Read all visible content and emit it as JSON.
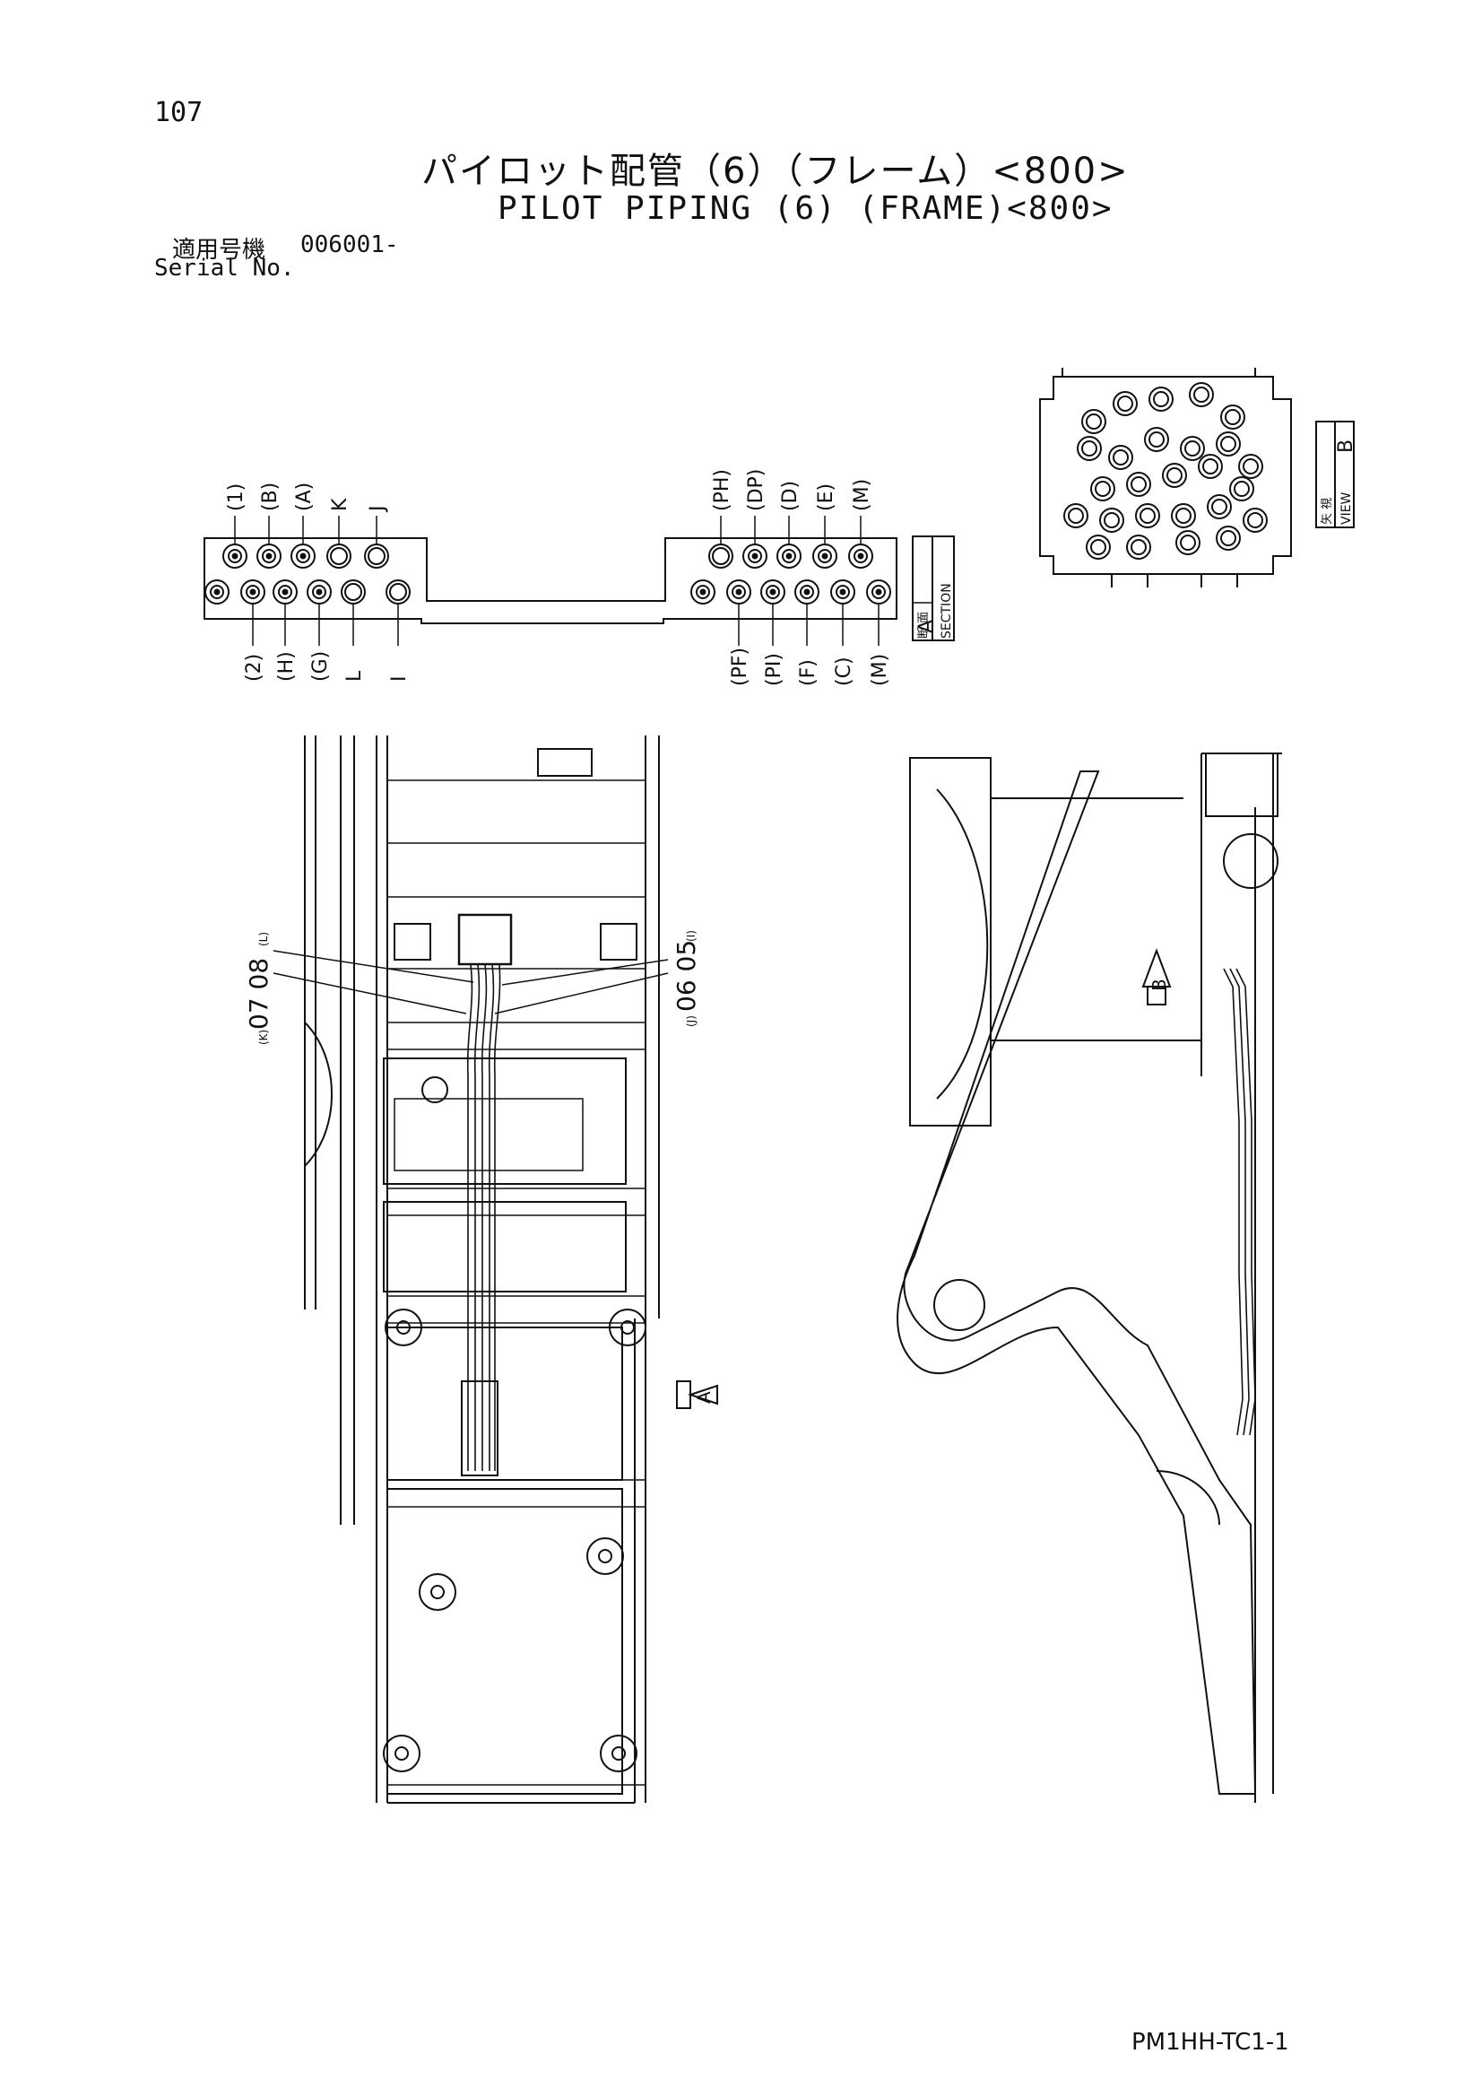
{
  "header": {
    "page_number": "107",
    "title_jp": "パイロット配管（6）（フレーム）<800>",
    "title_en": "PILOT PIPING (6) (FRAME)<800>",
    "serial_label_jp": "適用号機",
    "serial_value": "006001-",
    "serial_label_en": "Serial No."
  },
  "section_a": {
    "left_top_ports": [
      "(1)",
      "(B)",
      "(A)",
      "K",
      "J"
    ],
    "left_bottom_ports": [
      "(2)",
      "(H)",
      "(G)",
      "L",
      "I"
    ],
    "right_top_ports": [
      "(PH)",
      "(DP)",
      "(D)",
      "(E)",
      "(M)"
    ],
    "right_bottom_ports": [
      "(PF)",
      "(PI)",
      "(F)",
      "(C)",
      "(M)"
    ],
    "section_label_jp": "断 面",
    "section_label_en": "SECTION",
    "section_letter": "A"
  },
  "view_b": {
    "label_jp": "矢 視",
    "label_en": "VIEW",
    "letter": "B"
  },
  "main_view": {
    "callout_left": "07 08",
    "callout_left_tag_1": "(K)",
    "callout_left_tag_2": "(L)",
    "callout_right": "06 05",
    "callout_right_tag_1": "(J)",
    "callout_right_tag_2": "(I)",
    "arrow_letter": "A"
  },
  "side_view": {
    "arrow_letter": "B"
  },
  "footer": {
    "drawing_code": "PM1HH-TC1-1"
  }
}
